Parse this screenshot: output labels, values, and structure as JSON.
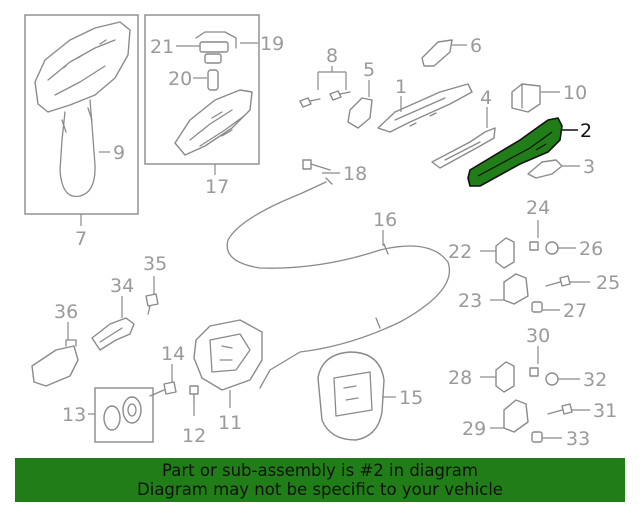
{
  "callouts": [
    "1",
    "2",
    "3",
    "4",
    "5",
    "6",
    "7",
    "8",
    "9",
    "10",
    "11",
    "12",
    "13",
    "14",
    "15",
    "16",
    "17",
    "18",
    "19",
    "20",
    "21",
    "22",
    "23",
    "24",
    "25",
    "26",
    "27",
    "28",
    "29",
    "30",
    "31",
    "32",
    "33",
    "34",
    "35",
    "36"
  ],
  "highlighted_part": "2",
  "highlight_color": "#217d17",
  "banner": {
    "line1": "Part or sub-assembly is #2 in diagram",
    "line2": "Diagram may not be specific to your vehicle",
    "background": "#217d17"
  }
}
